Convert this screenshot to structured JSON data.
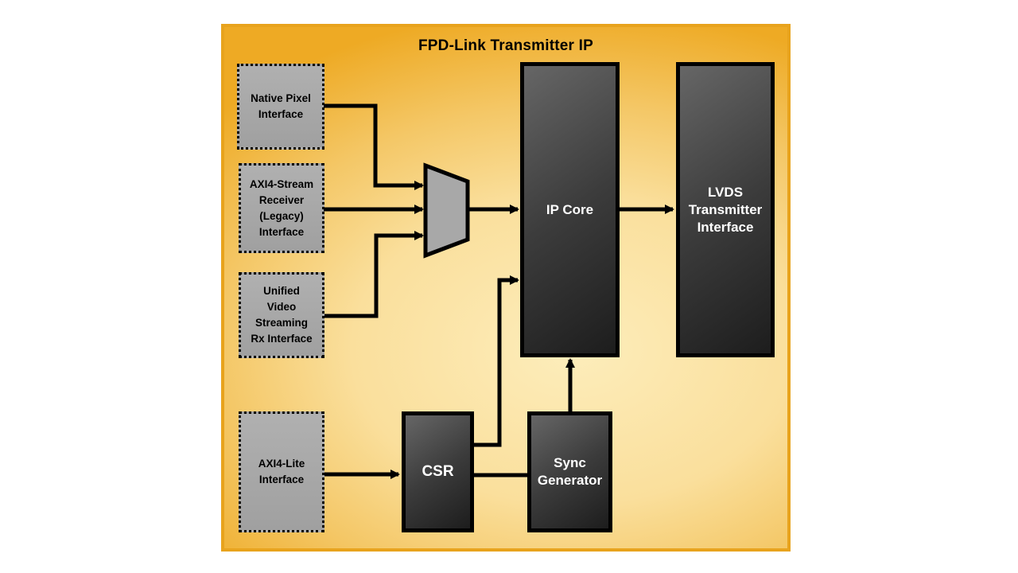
{
  "diagram": {
    "title": "FPD-Link Transmitter IP",
    "io_blocks": {
      "native_pixel": {
        "label": "Native Pixel\nInterface"
      },
      "axi4_stream": {
        "label": "AXI4-Stream\nReceiver\n(Legacy)\nInterface"
      },
      "unified_video": {
        "label": "Unified\nVideo\nStreaming\nRx Interface"
      },
      "axi4_lite": {
        "label": "AXI4-Lite\nInterface"
      }
    },
    "core_blocks": {
      "ip_core": {
        "label": "IP Core"
      },
      "lvds_tx": {
        "label": "LVDS\nTransmitter\nInterface"
      },
      "csr": {
        "label": "CSR"
      },
      "sync_generator": {
        "label": "Sync\nGenerator"
      }
    },
    "shapes": {
      "mux": "input-mux-trapezoid"
    },
    "colors": {
      "frame_border": "#e8a31d",
      "frame_fill_center": "#fdedbb",
      "frame_fill_edge": "#eeaa24",
      "io_box_fill": "#a8a8a8",
      "core_box_fill_light": "#666666",
      "core_box_fill_dark": "#1d1d1d",
      "wire": "#000000",
      "title_text": "#000000",
      "core_text": "#ffffff"
    }
  }
}
